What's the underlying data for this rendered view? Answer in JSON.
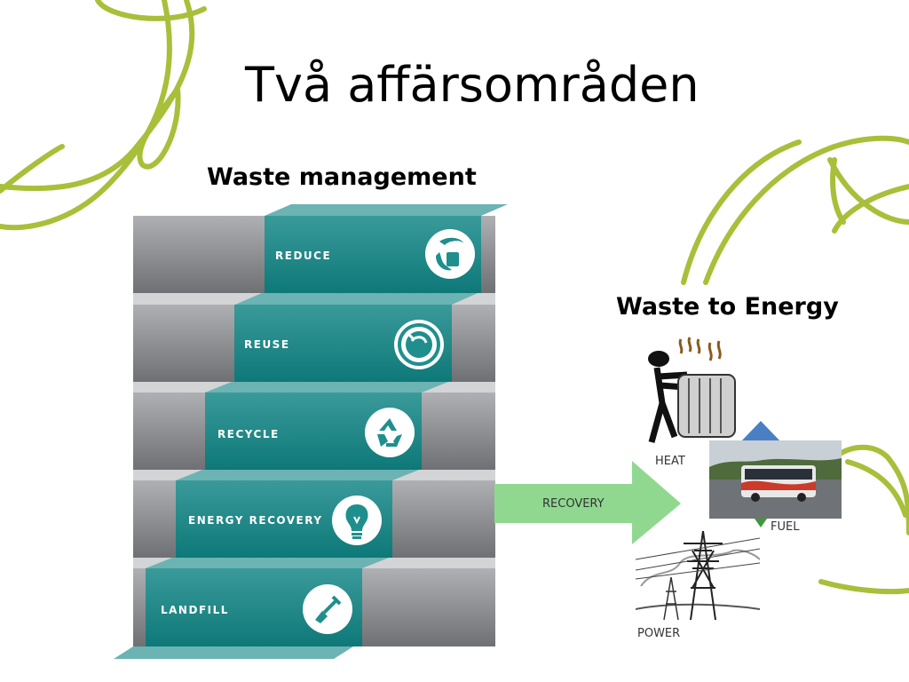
{
  "slide": {
    "title": "Två affärsområden"
  },
  "waste_management": {
    "heading": "Waste management",
    "steps": [
      {
        "label": "REDUCE",
        "icon": "reduce-hand-icon"
      },
      {
        "label": "REUSE",
        "icon": "reuse-icon"
      },
      {
        "label": "RECYCLE",
        "icon": "recycle-icon"
      },
      {
        "label": "ENERGY RECOVERY",
        "icon": "lightbulb-icon"
      },
      {
        "label": "LANDFILL",
        "icon": "shovel-icon"
      }
    ]
  },
  "recovery_arrow": {
    "label": "RECOVERY"
  },
  "waste_to_energy": {
    "heading": "Waste to Energy",
    "outputs": {
      "heat": "HEAT",
      "fuel": "FUEL",
      "power": "POWER"
    }
  },
  "colors": {
    "accent_green": "#a8bf3a",
    "teal": "#1f8f8e",
    "teal_light": "#5aaeae",
    "arrow_green": "#90d890",
    "gray_block": "#8c8d90",
    "triangle_blue": "#4a7fc4"
  }
}
